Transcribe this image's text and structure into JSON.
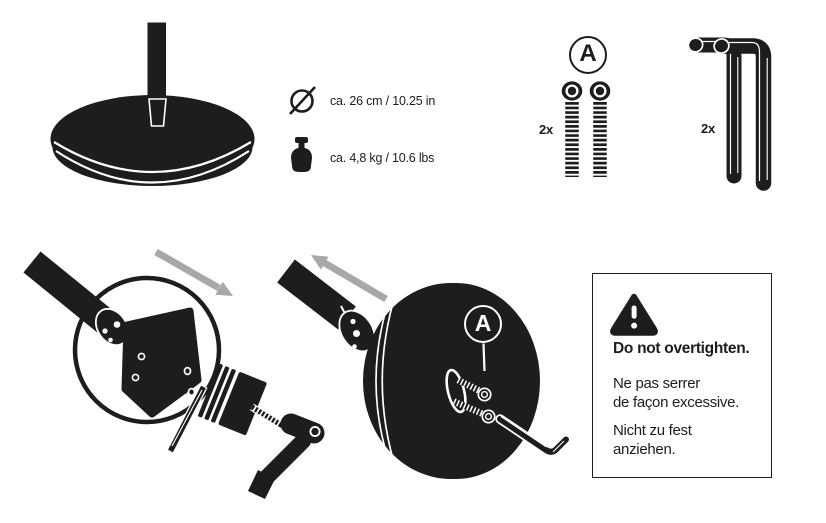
{
  "colors": {
    "ink": "#1d1d1b",
    "arrow_gray": "#a8a8a8",
    "background": "#ffffff"
  },
  "specs": [
    {
      "icon": "diameter-icon",
      "text": "ca. 26 cm / 10.25 in"
    },
    {
      "icon": "weight-icon",
      "text": "ca. 4,8 kg / 10.6 lbs"
    }
  ],
  "parts": {
    "screws": {
      "label": "A",
      "quantity": "2x"
    },
    "hex_keys": {
      "quantity": "2x"
    }
  },
  "assembly": {
    "disc_label": "A"
  },
  "warning": {
    "icon": "warning-triangle-icon",
    "title": "Do not overtighten.",
    "fr": [
      "Ne pas serrer",
      "de façon excessive."
    ],
    "de": [
      "Nicht zu fest",
      "anziehen."
    ]
  }
}
